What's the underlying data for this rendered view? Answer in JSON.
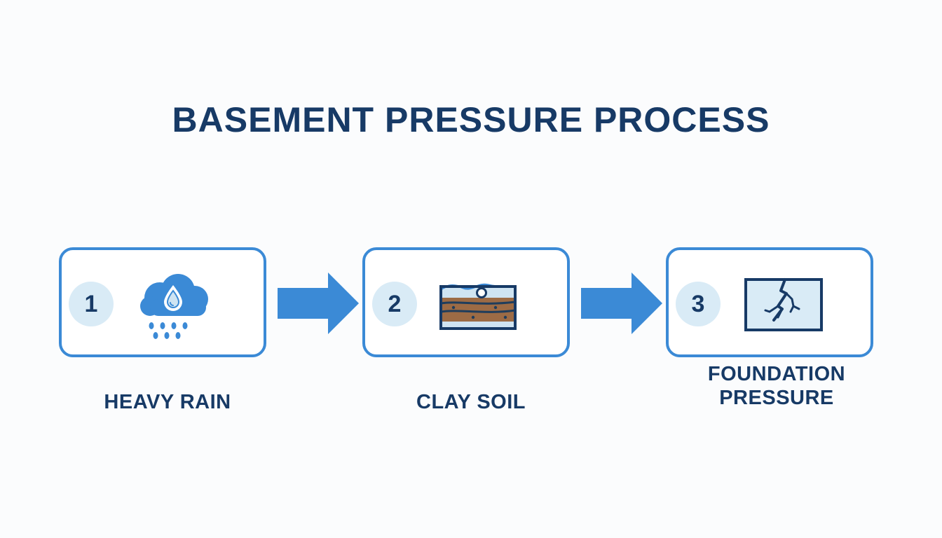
{
  "diagram": {
    "title": "BASEMENT PRESSURE PROCESS",
    "colors": {
      "primary_blue": "#3b8ad6",
      "navy_text": "#173a66",
      "number_circle": "#d9ebf6",
      "soil_brown": "#9c6b45",
      "water_light": "#cfe4f2"
    },
    "steps": [
      {
        "number": "1",
        "icon": "rain-cloud-icon",
        "label": "HEAVY RAIN"
      },
      {
        "number": "2",
        "icon": "clay-soil-layers-icon",
        "label": "CLAY SOIL"
      },
      {
        "number": "3",
        "icon": "cracked-wall-icon",
        "label_line1": "FOUNDATION",
        "label_line2": "PRESSURE"
      }
    ]
  }
}
